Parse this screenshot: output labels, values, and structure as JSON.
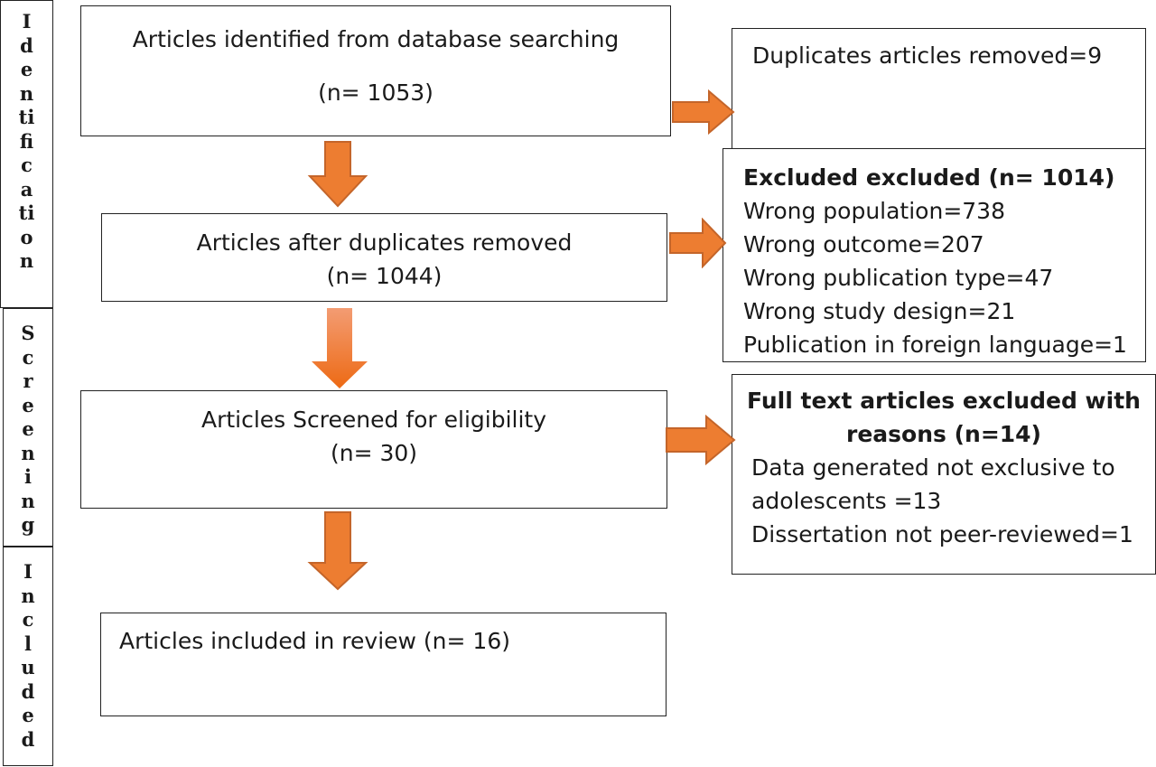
{
  "stages": {
    "identification": [
      "I",
      "d",
      "e",
      "n",
      "ti",
      "fi",
      "c",
      "a",
      "ti",
      "o",
      "n"
    ],
    "screening": [
      "S",
      "c",
      "r",
      "e",
      "e",
      "n",
      "i",
      "n",
      "g"
    ],
    "included": [
      "I",
      "n",
      "c",
      "l",
      "u",
      "d",
      "e",
      "d"
    ]
  },
  "boxes": {
    "identified": {
      "title": "Articles identified from database searching",
      "count": "(n= 1053)"
    },
    "duplicates": {
      "text": "Duplicates articles removed=9"
    },
    "after_duplicates": {
      "title": "Articles after duplicates removed",
      "count": "(n= 1044)"
    },
    "excluded": {
      "heading": "Excluded excluded (n= 1014)",
      "reasons": [
        "Wrong population=738",
        "Wrong outcome=207",
        "Wrong publication type=47",
        "Wrong study design=21",
        "Publication in foreign language=1"
      ]
    },
    "screened": {
      "title": "Articles Screened for eligibility",
      "count": "(n= 30)"
    },
    "fulltext_excluded": {
      "heading_line1": "Full text articles excluded with",
      "heading_line2": "reasons (n=14)",
      "reasons": [
        "Data generated not exclusive to",
        "adolescents =13",
        "Dissertation not peer-reviewed=1"
      ]
    },
    "included": {
      "text": "Articles included in review (n= 16)"
    }
  },
  "colors": {
    "arrow_fill": "#ED7D31",
    "arrow_stroke": "#C4652A",
    "border": "#222222"
  }
}
